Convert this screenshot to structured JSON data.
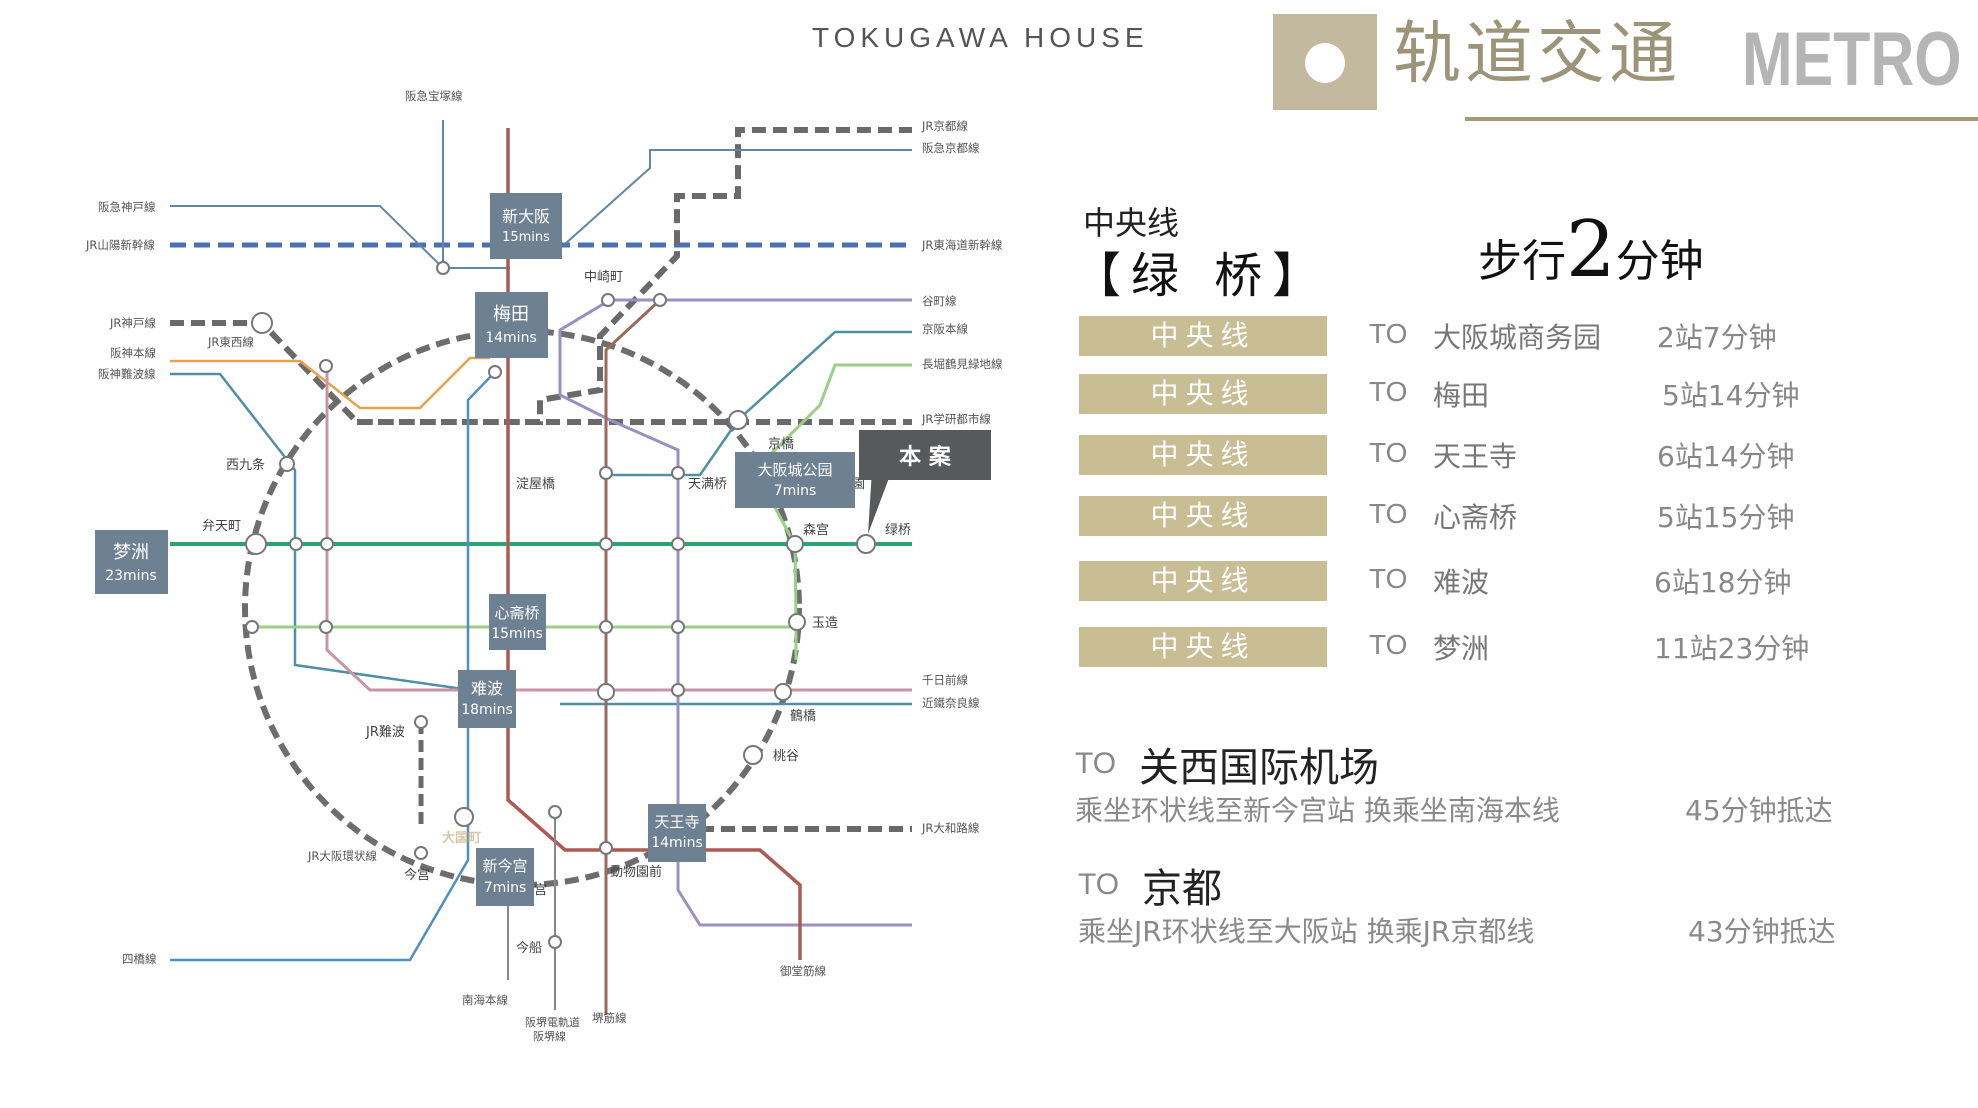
{
  "brand": "TOKUGAWA HOUSE",
  "header": {
    "title_cn": "轨道交通",
    "title_en": "METRO"
  },
  "colors": {
    "gold": "#c8bd93",
    "slate_box": "#6e8193",
    "target_box": "#58595b",
    "green_line": "#2aa570",
    "loop_line": "#6d6d6d",
    "jr_kyoto": "#6a6a6a",
    "red_line": "#ad5a52",
    "blue_line": "#4f90c0",
    "purple_line": "#9a8fc0",
    "pink_line": "#c994a8",
    "lightgreen_line": "#9bcf86",
    "teal_line": "#4f8fa8",
    "orange_line": "#e5a24a",
    "brown_line": "#9a6a5a",
    "shinkansen": "#4a6fb2"
  },
  "station_info": {
    "line": "中央线",
    "name": "【绿 桥】",
    "walk_pre": "步行",
    "walk_num": "2",
    "walk_post": "分钟"
  },
  "routes": [
    {
      "line": "中央线",
      "to": "TO",
      "dest": "大阪城商务园",
      "time": "2站7分钟"
    },
    {
      "line": "中央线",
      "to": "TO",
      "dest": "梅田",
      "time": "5站14分钟"
    },
    {
      "line": "中央线",
      "to": "TO",
      "dest": "天王寺",
      "time": "6站14分钟"
    },
    {
      "line": "中央线",
      "to": "TO",
      "dest": "心斋桥",
      "time": "5站15分钟"
    },
    {
      "line": "中央线",
      "to": "TO",
      "dest": "难波",
      "time": "6站18分钟"
    },
    {
      "line": "中央线",
      "to": "TO",
      "dest": "梦洲",
      "time": "11站23分钟"
    }
  ],
  "extras": [
    {
      "to": "TO",
      "dest": "关西国际机场",
      "desc": "乘坐环状线至新今宫站 换乘坐南海本线",
      "time": "45分钟抵达"
    },
    {
      "to": "TO",
      "dest": "京都",
      "desc": "乘坐JR环状线至大阪站 换乘JR京都线",
      "time": "43分钟抵达"
    }
  ],
  "map": {
    "line_labels": {
      "hankyu_takarazuka": "阪急宝塚線",
      "hankyu_kobe": "阪急神戸線",
      "jr_sanyo": "JR山陽新幹線",
      "jr_kobe": "JR神戸線",
      "jr_tozai": "JR東西線",
      "hanshin_main": "阪神本線",
      "hanshin_namba": "阪神難波線",
      "jr_kyoto": "JR京都線",
      "hankyu_kyoto": "阪急京都線",
      "jr_tokaido": "JR東海道新幹線",
      "tanimachi": "谷町線",
      "keihan": "京阪本線",
      "nagahori": "長堀鶴見緑地線",
      "jr_gakken": "JR学研都市線",
      "sennichimae": "千日前線",
      "kintetsu_nara": "近鐵奈良線",
      "jr_yamatoji": "JR大和路線",
      "jr_loop": "JR大阪環状線",
      "yotsubashi": "四橋線",
      "nankai": "南海本線",
      "hankai": "阪堺電軌道\n阪堺線",
      "sakaisuji": "堺筋線",
      "midosuji": "御堂筋線"
    },
    "stations": {
      "nakazakicho": "中崎町",
      "kyobashi": "京橋",
      "nishikujo": "西九条",
      "bentencho": "弁天町",
      "yodoyabashi": "淀屋橋",
      "tenmabashi": "天满桥",
      "morinomiya": "森宫",
      "midoribashi": "绿桥",
      "tamatsukuri": "玉造",
      "tsuruhashi": "鶴橋",
      "momodani": "桃谷",
      "jr_namba": "JR難波",
      "daikokucho": "大国町",
      "imamiya": "今宫",
      "imafune": "今船",
      "dobutsuen": "動物園前",
      "miya_fragment": "宫",
      "park_fragment": "園"
    },
    "boxes": {
      "shinosaka": {
        "name": "新大阪",
        "time": "15mins"
      },
      "umeda": {
        "name": "梅田",
        "time": "14mins"
      },
      "yumeshima": {
        "name": "梦洲",
        "time": "23mins"
      },
      "shinsaibashi": {
        "name": "心斋桥",
        "time": "15mins"
      },
      "namba": {
        "name": "难波",
        "time": "18mins"
      },
      "shinimamiya": {
        "name": "新今宫",
        "time": "7mins"
      },
      "tennoji": {
        "name": "天王寺",
        "time": "14mins"
      },
      "osakajo": {
        "name": "大阪城公园",
        "time": "7mins"
      },
      "target": {
        "name": "本 案"
      }
    }
  }
}
